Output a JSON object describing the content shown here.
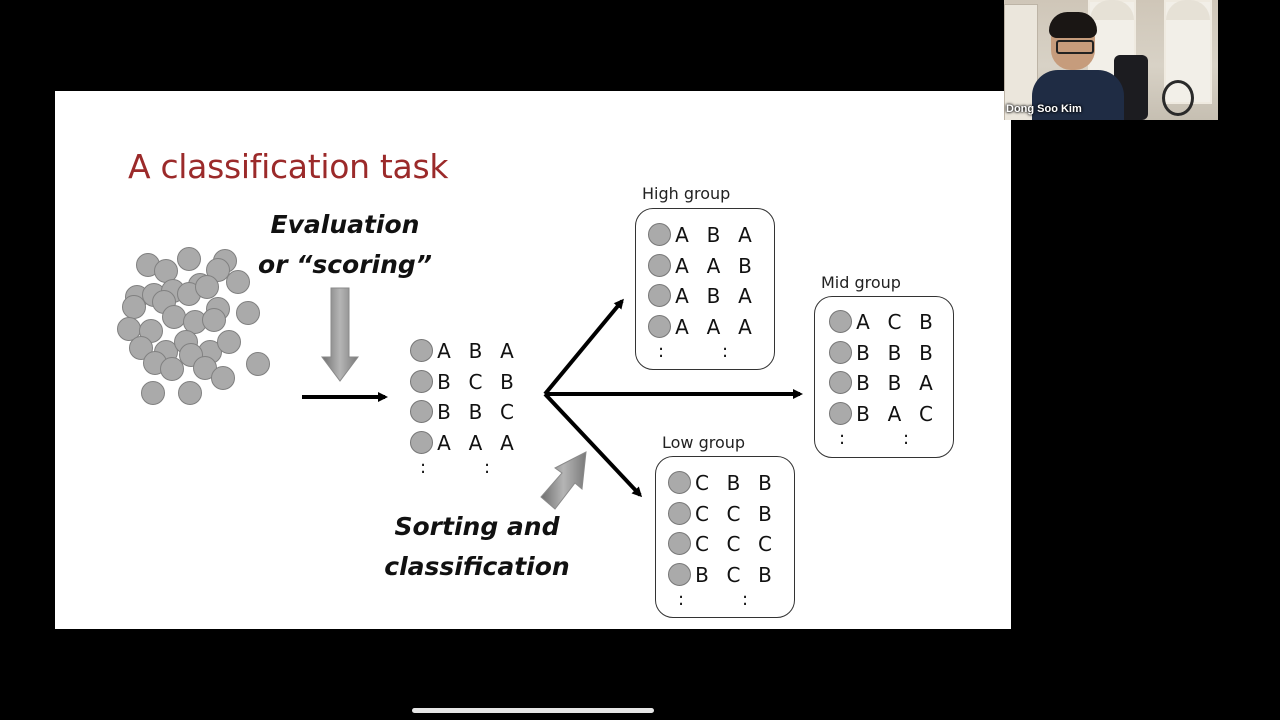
{
  "slide": {
    "title": "A classification task",
    "evaluation_label": [
      "Evaluation",
      "or “scoring”"
    ],
    "sorting_label": [
      "Sorting and",
      "classification"
    ],
    "scored_list": {
      "rows": [
        [
          "A",
          "B",
          "A"
        ],
        [
          "B",
          "C",
          "B"
        ],
        [
          "B",
          "B",
          "C"
        ],
        [
          "A",
          "A",
          "A"
        ]
      ],
      "ellipsis": [
        ":",
        ":"
      ]
    },
    "groups": [
      {
        "id": "high",
        "label": "High group",
        "rows": [
          [
            "A",
            "B",
            "A"
          ],
          [
            "A",
            "A",
            "B"
          ],
          [
            "A",
            "B",
            "A"
          ],
          [
            "A",
            "A",
            "A"
          ]
        ],
        "ellipsis": [
          ":",
          ":"
        ]
      },
      {
        "id": "mid",
        "label": "Mid group",
        "rows": [
          [
            "A",
            "C",
            "B"
          ],
          [
            "B",
            "B",
            "B"
          ],
          [
            "B",
            "B",
            "A"
          ],
          [
            "B",
            "A",
            "C"
          ]
        ],
        "ellipsis": [
          ":",
          ":"
        ]
      },
      {
        "id": "low",
        "label": "Low group",
        "rows": [
          [
            "C",
            "B",
            "B"
          ],
          [
            "C",
            "C",
            "B"
          ],
          [
            "C",
            "C",
            "C"
          ],
          [
            "B",
            "C",
            "B"
          ]
        ],
        "ellipsis": [
          ":",
          ":"
        ]
      }
    ],
    "colors": {
      "title": "#9b2a2a",
      "dot_fill": "#aaaaaa",
      "arrow": "#000000",
      "grey_arrow": "#8c8c8c"
    }
  },
  "video_tile": {
    "participant_name": "Dong Soo Kim"
  }
}
